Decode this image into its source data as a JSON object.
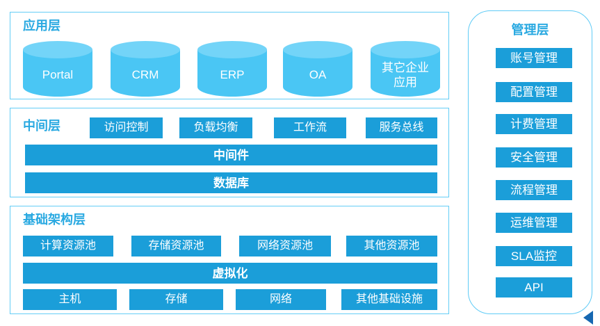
{
  "app_layer": {
    "title": "应用层",
    "cylinders": [
      {
        "label": "Portal"
      },
      {
        "label": "CRM"
      },
      {
        "label": "ERP"
      },
      {
        "label": "OA"
      },
      {
        "label": "其它企业\n应用"
      }
    ]
  },
  "middle_layer": {
    "title": "中间层",
    "chips": [
      {
        "label": "访问控制"
      },
      {
        "label": "负载均衡"
      },
      {
        "label": "工作流"
      },
      {
        "label": "服务总线"
      }
    ],
    "bars": [
      {
        "label": "中间件"
      },
      {
        "label": "数据库"
      }
    ]
  },
  "infra_layer": {
    "title": "基础架构层",
    "pools": [
      {
        "label": "计算资源池"
      },
      {
        "label": "存储资源池"
      },
      {
        "label": "网络资源池"
      },
      {
        "label": "其他资源池"
      }
    ],
    "virtualization_bar": {
      "label": "虚拟化"
    },
    "resources": [
      {
        "label": "主机"
      },
      {
        "label": "存储"
      },
      {
        "label": "网络"
      },
      {
        "label": "其他基础设施"
      }
    ]
  },
  "management_layer": {
    "title": "管理层",
    "items": [
      {
        "label": "账号管理"
      },
      {
        "label": "配置管理"
      },
      {
        "label": "计费管理"
      },
      {
        "label": "安全管理"
      },
      {
        "label": "流程管理"
      },
      {
        "label": "运维管理"
      },
      {
        "label": "SLA监控"
      },
      {
        "label": "API"
      }
    ]
  },
  "colors": {
    "chip_blue": "#1b9ed9",
    "cylinder_body": "#4ac6f4",
    "cylinder_top": "#73d4f8",
    "border_blue": "#63cdf6",
    "title_blue": "#29a9e1",
    "triangle_navy": "#1667b1"
  }
}
